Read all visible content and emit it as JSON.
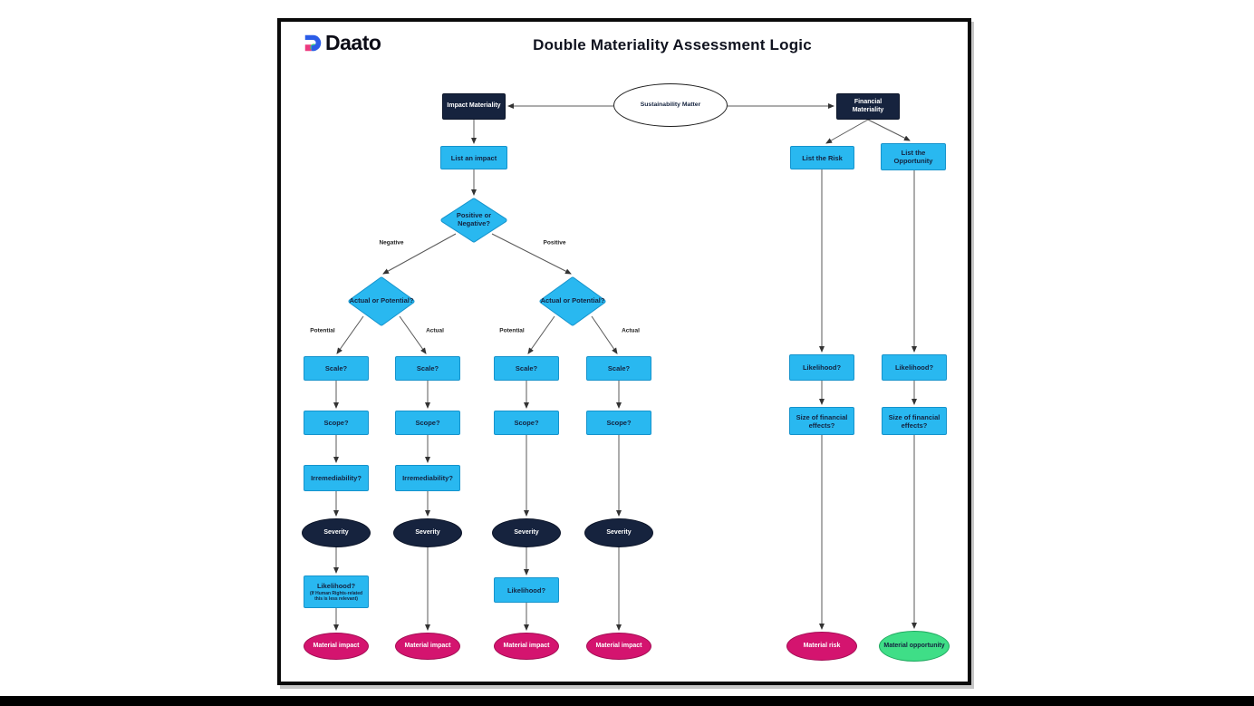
{
  "header": {
    "logo": "Daato",
    "title": "Double Materiality Assessment Logic"
  },
  "labels": {
    "impact_materiality": "Impact Materiality",
    "sustainability_matter": "Sustainability Matter",
    "financial_materiality": "Financial Materiality",
    "list_an_impact": "List an impact",
    "positive_or_negative": "Positive or Negative?",
    "actual_or_potential": "Actual or Potential?",
    "scale": "Scale?",
    "scope": "Scope?",
    "irremediability": "Irremediability?",
    "severity": "Severity",
    "likelihood": "Likelihood?",
    "likelihood_note": "(If Human Rights-related this is less relevant)",
    "material_impact": "Material impact",
    "list_the_risk": "List the Risk",
    "list_the_opportunity": "List the Opportunity",
    "size_of_financial_effects": "Size of financial effects?",
    "material_risk": "Material risk",
    "material_opportunity": "Material opportunity"
  },
  "edge_labels": {
    "negative": "Negative",
    "positive": "Positive",
    "potential": "Potential",
    "actual": "Actual"
  },
  "colors": {
    "process_blue": "#29B8F0",
    "dark_navy": "#16233E",
    "magenta": "#D4146F",
    "green": "#3FDE87",
    "logo_blue": "#2B5CE7",
    "logo_pink": "#ED3A7F",
    "logo_green": "#35D07F"
  }
}
